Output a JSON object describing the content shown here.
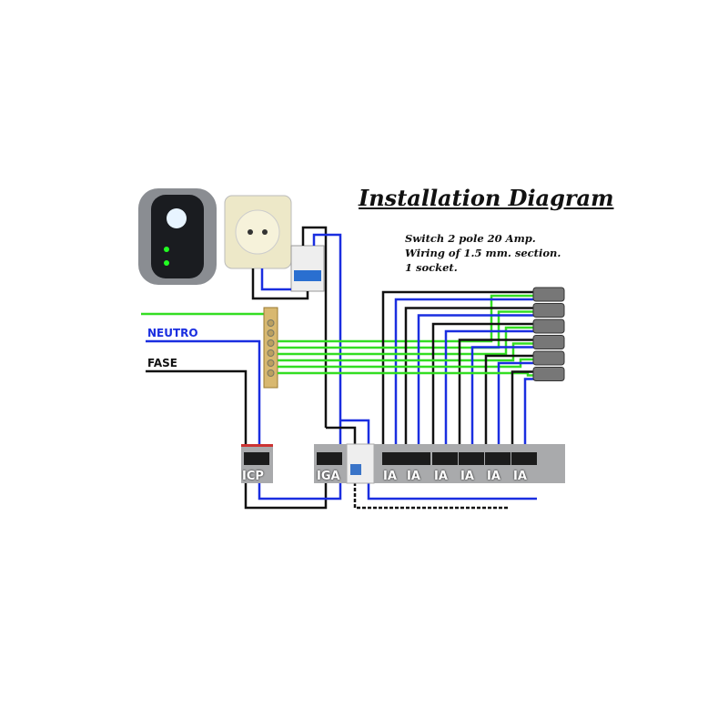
{
  "title": "Installation Diagram",
  "notes": [
    "Switch 2 pole 20 Amp.",
    "Wiring of 1.5 mm. section.",
    "1 socket."
  ],
  "labels": {
    "neutral": "NEUTRO",
    "phase": "FASE"
  },
  "breakers": {
    "icp": "ICP",
    "iga": "IGA",
    "ia": [
      "IA",
      "IA",
      "IA",
      "IA",
      "IA",
      "IA"
    ]
  },
  "colors": {
    "ground": "#33dd22",
    "neutral": "#1a2ee0",
    "phase": "#111111"
  }
}
